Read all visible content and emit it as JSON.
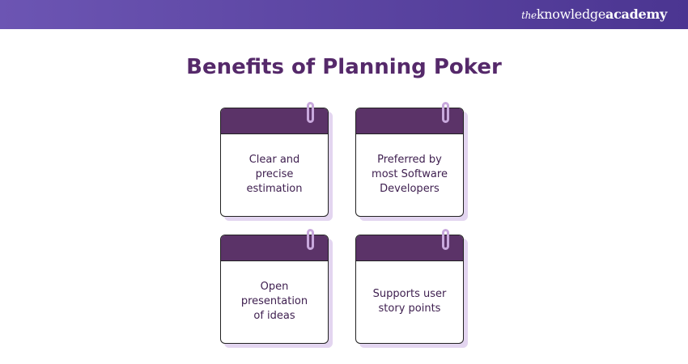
{
  "brand": {
    "prefix": "the",
    "name": "knowledge",
    "suffix": "academy"
  },
  "title": "Benefits of Planning Poker",
  "cards": [
    {
      "text": "Clear and precise estimation"
    },
    {
      "text": "Preferred by most Software Developers"
    },
    {
      "text": "Open presentation of ideas"
    },
    {
      "text": "Supports user story points"
    }
  ]
}
